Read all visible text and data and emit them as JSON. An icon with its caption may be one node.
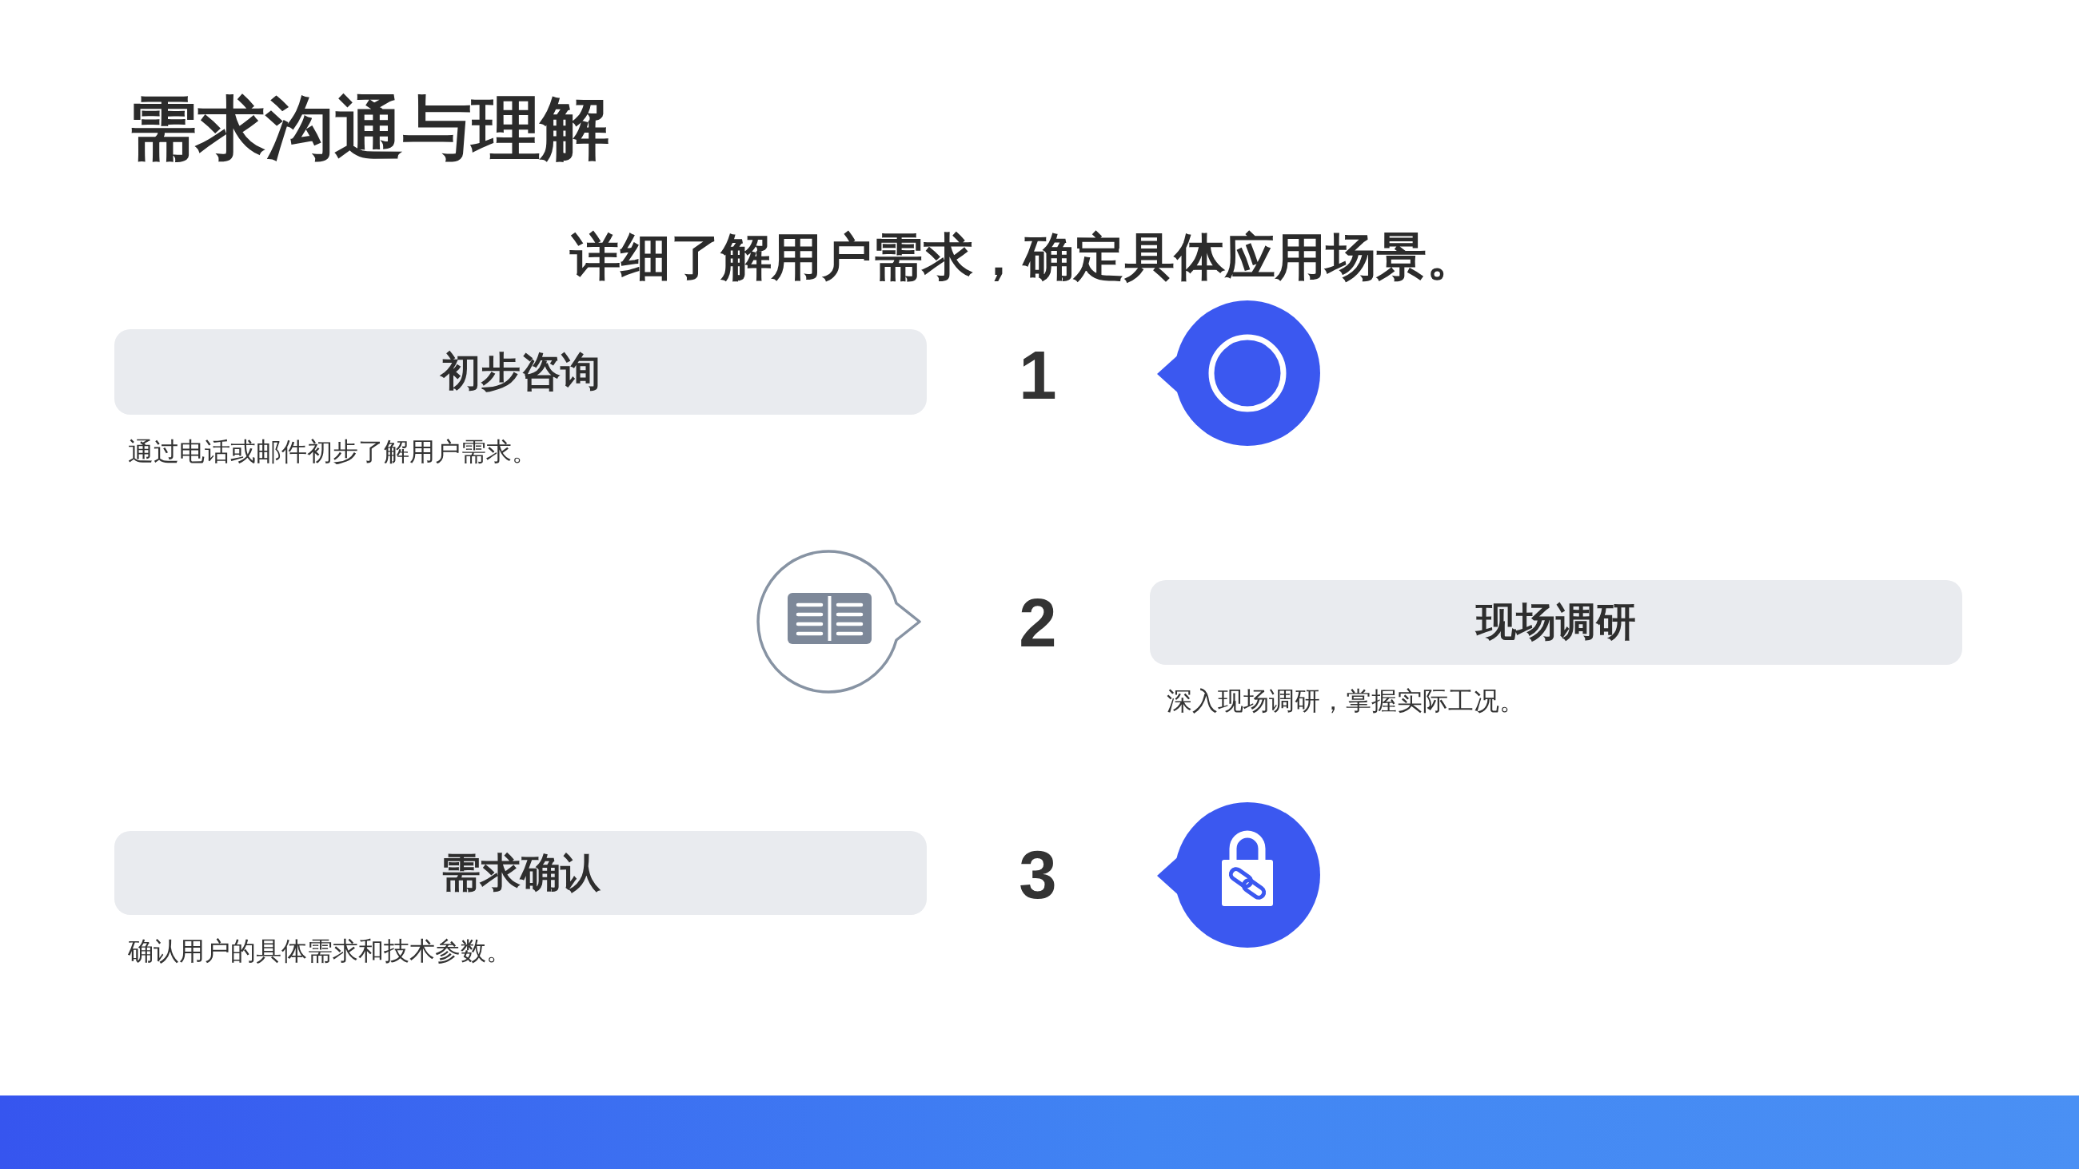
{
  "diagram": {
    "title": "需求沟通与理解",
    "nodes": [
      {
        "text": [
          "初步咨询"
        ],
        "beside": [
          "通过电话或邮件初步了解用户需求。"
        ]
      },
      {
        "text": [
          "现场调研"
        ],
        "beside": [
          "深入现场调研，掌握实际工况。"
        ]
      },
      {
        "text": [
          "需求确认"
        ],
        "beside": [
          "确认用户的具体需求和技术参数。"
        ]
      }
    ],
    "labels": [
      "详细了解用户需求，确定具体应用场景。",
      "1",
      "2",
      "3"
    ]
  }
}
